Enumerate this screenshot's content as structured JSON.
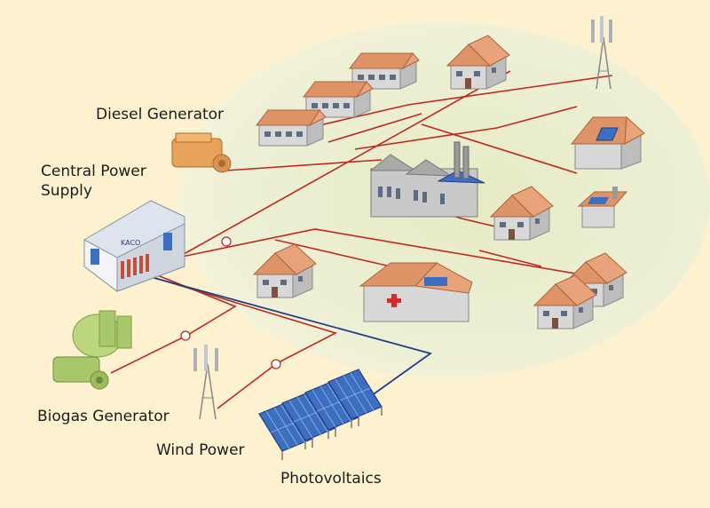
{
  "labels": {
    "diesel_generator": "Diesel Generator",
    "central_power_supply_line1": "Central Power",
    "central_power_supply_line2": "Supply",
    "biogas_generator": "Biogas Generator",
    "wind_power": "Wind Power",
    "photovoltaics": "Photovoltaics",
    "inverter_brand": "KACO"
  },
  "colors": {
    "background": "#fdf1cf",
    "village_ground": "#eef0d2",
    "ac_line": "#c0281f",
    "dc_line": "#1f3f86",
    "roof": "#e0956a",
    "wall": "#dcdcdc",
    "solar_panel": "#3d6fc0",
    "engine_orange": "#e8a35a",
    "biogas_green": "#bcd77d"
  }
}
